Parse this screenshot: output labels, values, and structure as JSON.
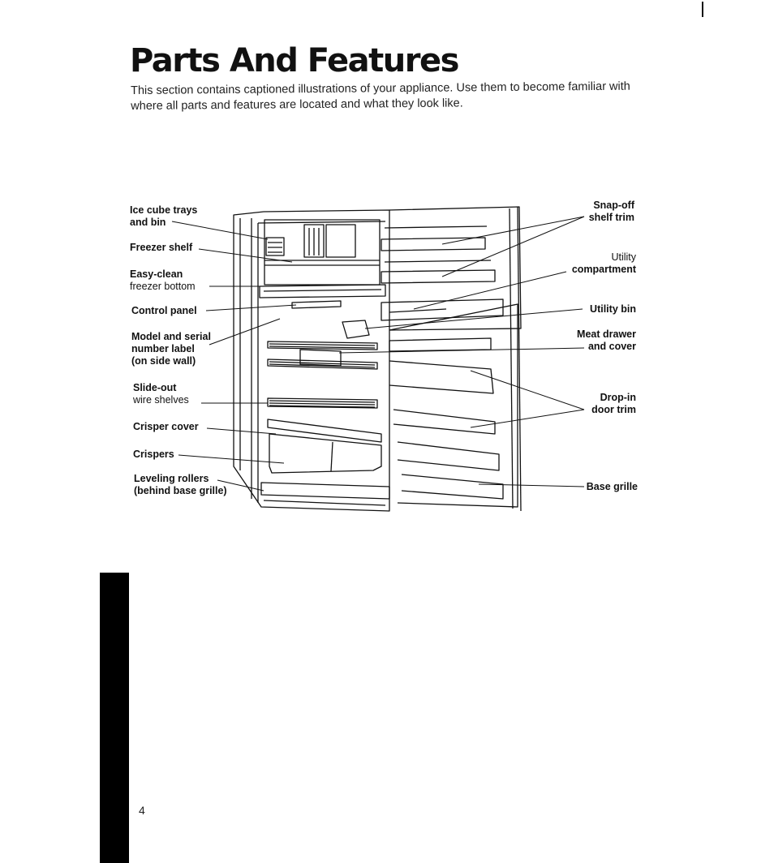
{
  "page": {
    "title": "Parts And Features",
    "intro": "This section contains captioned illustrations of your appliance. Use them to become familiar with where all parts and features are located and what they look like.",
    "page_number": "4"
  },
  "labels": {
    "ice_cube_trays": {
      "line1": "Ice cube trays",
      "line2": "and bin"
    },
    "freezer_shelf": {
      "line1": "Freezer shelf"
    },
    "easy_clean": {
      "line1": "Easy-clean",
      "line2": "freezer bottom"
    },
    "control_panel": {
      "line1": "Control panel"
    },
    "model_serial": {
      "line1": "Model and serial",
      "line2": "number label",
      "line3": "(on side wall)"
    },
    "slide_out": {
      "line1": "Slide-out",
      "line2": "wire shelves"
    },
    "crisper_cover": {
      "line1": "Crisper cover"
    },
    "crispers": {
      "line1": "Crispers"
    },
    "leveling_rollers": {
      "line1": "Leveling rollers",
      "line2": "(behind base grille)"
    },
    "snap_off": {
      "line1": "Snap-off",
      "line2": "shelf trim"
    },
    "utility_compartment": {
      "line1": "Utility",
      "line2": "compartment"
    },
    "utility_bin": {
      "line1": "Utility bin"
    },
    "meat_drawer": {
      "line1": "Meat drawer",
      "line2": "and cover"
    },
    "drop_in": {
      "line1": "Drop-in",
      "line2": "door trim"
    },
    "base_grille": {
      "line1": "Base grille"
    }
  }
}
